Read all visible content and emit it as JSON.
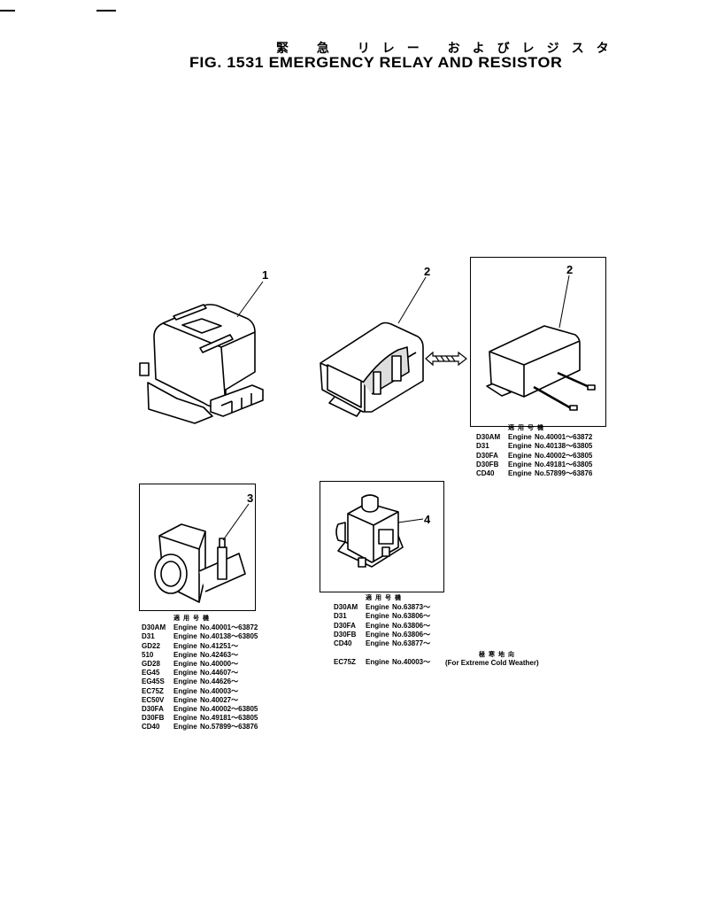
{
  "header": {
    "title_jp": "緊 急 リレー およびレジスタ",
    "title": "FIG. 1531  EMERGENCY RELAY AND RESISTOR"
  },
  "callouts": {
    "part1": "1",
    "part2a": "2",
    "part2b": "2",
    "part3": "3",
    "part4": "4"
  },
  "tables": {
    "resistor_alt": {
      "header": "適用号機",
      "rows": [
        {
          "model": "D30AM",
          "engine": "Engine",
          "range": "No.40001～63872"
        },
        {
          "model": "D31",
          "engine": "Engine",
          "range": "No.40138～63805"
        },
        {
          "model": "D30FA",
          "engine": "Engine",
          "range": "No.40002～63805"
        },
        {
          "model": "D30FB",
          "engine": "Engine",
          "range": "No.49181～63805"
        },
        {
          "model": "CD40",
          "engine": "Engine",
          "range": "No.57899～63876"
        }
      ]
    },
    "part3": {
      "header": "適用号機",
      "rows": [
        {
          "model": "D30AM",
          "engine": "Engine",
          "range": "No.40001～63872"
        },
        {
          "model": "D31",
          "engine": "Engine",
          "range": "No.40138～63805"
        },
        {
          "model": "GD22",
          "engine": "Engine",
          "range": "No.41251～"
        },
        {
          "model": "510",
          "engine": "Engine",
          "range": "No.42463～"
        },
        {
          "model": "GD28",
          "engine": "Engine",
          "range": "No.40000～"
        },
        {
          "model": "EG45",
          "engine": "Engine",
          "range": "No.44607～"
        },
        {
          "model": "EG45S",
          "engine": "Engine",
          "range": "No.44626～"
        },
        {
          "model": "EC75Z",
          "engine": "Engine",
          "range": "No.40003～"
        },
        {
          "model": "EC50V",
          "engine": "Engine",
          "range": "No.40027～"
        },
        {
          "model": "D30FA",
          "engine": "Engine",
          "range": "No.40002～63805"
        },
        {
          "model": "D30FB",
          "engine": "Engine",
          "range": "No.49181～63805"
        },
        {
          "model": "CD40",
          "engine": "Engine",
          "range": "No.57899～63876"
        }
      ]
    },
    "part4": {
      "header": "適用号機",
      "rows": [
        {
          "model": "D30AM",
          "engine": "Engine",
          "range": "No.63873～"
        },
        {
          "model": "D31",
          "engine": "Engine",
          "range": "No.63806～"
        },
        {
          "model": "D30FA",
          "engine": "Engine",
          "range": "No.63806～"
        },
        {
          "model": "D30FB",
          "engine": "Engine",
          "range": "No.63806～"
        },
        {
          "model": "CD40",
          "engine": "Engine",
          "range": "No.63877～"
        }
      ],
      "extra": {
        "model": "EC75Z",
        "engine": "Engine",
        "range": "No.40003～"
      }
    }
  },
  "note": {
    "jp": "極寒地向",
    "en": "(For Extreme Cold Weather)"
  }
}
